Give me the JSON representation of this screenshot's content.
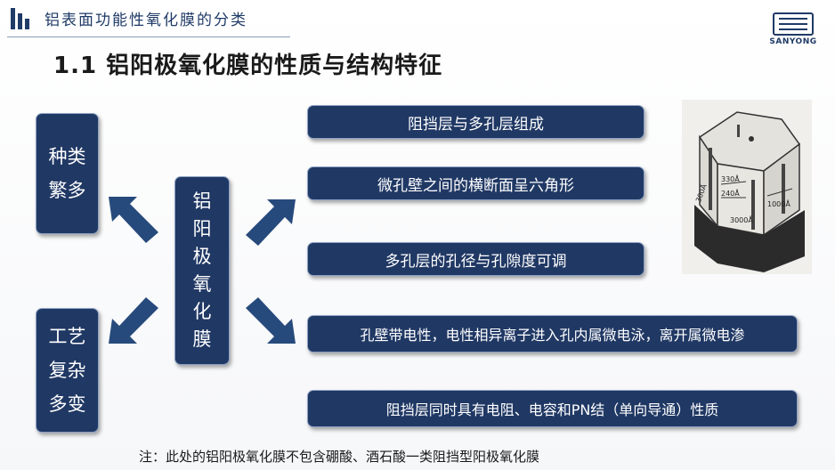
{
  "header": {
    "title": "铝表面功能性氧化膜的分类",
    "logo_text": "SANYONG"
  },
  "section_title": "1.1  铝阳极氧化膜的性质与结构特征",
  "center_box": [
    "铝",
    "阳",
    "极",
    "氧",
    "化",
    "膜"
  ],
  "left_top_box": [
    "种类",
    "繁多"
  ],
  "left_bottom_box": [
    "工艺",
    "复杂",
    "多变"
  ],
  "properties": [
    "阻挡层与多孔层组成",
    "微孔壁之间的横断面呈六角形",
    "多孔层的孔径与孔隙度可调",
    "孔壁带电性，电性相异离子进入孔内属微电泳，离开属微电渗",
    "阻挡层同时具有电阻、电容和PN结（单向导通）性质"
  ],
  "diagram_labels": [
    "330Å",
    "240Å",
    "300Å",
    "3000Å",
    "1000Å"
  ],
  "note": "注：此处的铝阳极氧化膜不包含硼酸、酒石酸一类阻挡型阳极氧化膜",
  "colors": {
    "box": "#203864",
    "accent": "#1f3a66"
  }
}
